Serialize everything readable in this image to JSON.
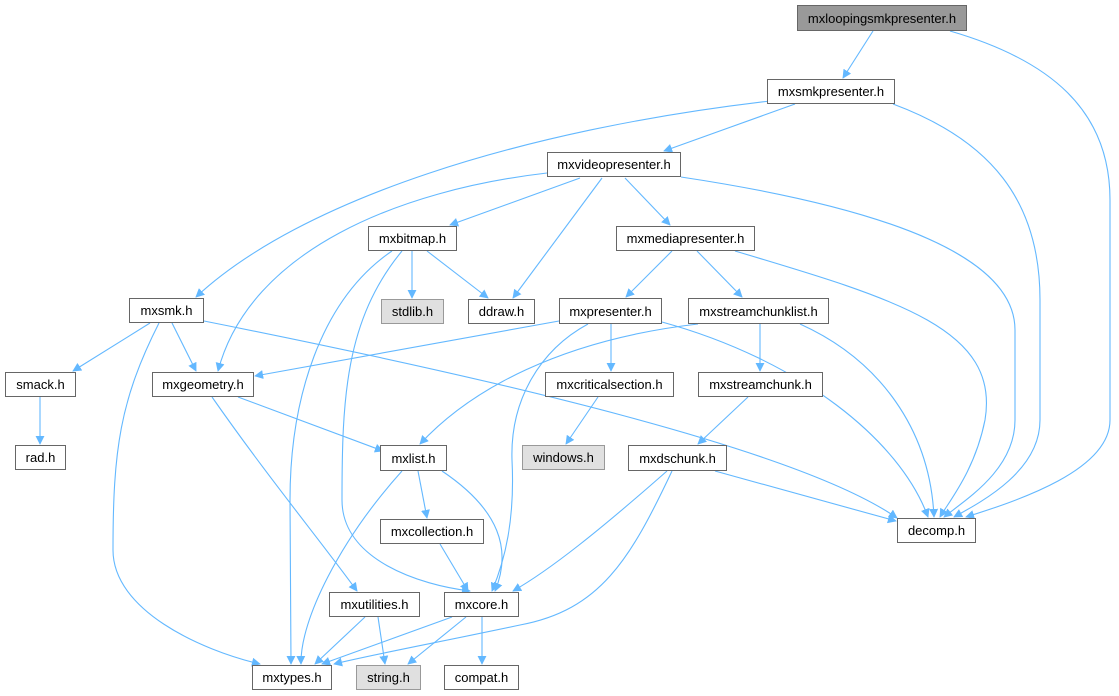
{
  "graph": {
    "edge_color": "#63b8ff",
    "nodes": [
      {
        "id": "mxloopingsmkpresenter",
        "label": "mxloopingsmkpresenter.h",
        "kind": "root"
      },
      {
        "id": "mxsmkpresenter",
        "label": "mxsmkpresenter.h",
        "kind": "normal"
      },
      {
        "id": "mxvideopresenter",
        "label": "mxvideopresenter.h",
        "kind": "normal"
      },
      {
        "id": "mxbitmap",
        "label": "mxbitmap.h",
        "kind": "normal"
      },
      {
        "id": "mxmediapresenter",
        "label": "mxmediapresenter.h",
        "kind": "normal"
      },
      {
        "id": "mxsmk",
        "label": "mxsmk.h",
        "kind": "normal"
      },
      {
        "id": "stdlib",
        "label": "stdlib.h",
        "kind": "ext"
      },
      {
        "id": "ddraw",
        "label": "ddraw.h",
        "kind": "normal"
      },
      {
        "id": "mxpresenter",
        "label": "mxpresenter.h",
        "kind": "normal"
      },
      {
        "id": "mxstreamchunklist",
        "label": "mxstreamchunklist.h",
        "kind": "normal"
      },
      {
        "id": "smack",
        "label": "smack.h",
        "kind": "normal"
      },
      {
        "id": "mxgeometry",
        "label": "mxgeometry.h",
        "kind": "normal"
      },
      {
        "id": "mxcriticalsection",
        "label": "mxcriticalsection.h",
        "kind": "normal"
      },
      {
        "id": "mxstreamchunk",
        "label": "mxstreamchunk.h",
        "kind": "normal"
      },
      {
        "id": "rad",
        "label": "rad.h",
        "kind": "normal"
      },
      {
        "id": "mxlist",
        "label": "mxlist.h",
        "kind": "normal"
      },
      {
        "id": "windows",
        "label": "windows.h",
        "kind": "ext"
      },
      {
        "id": "mxdschunk",
        "label": "mxdschunk.h",
        "kind": "normal"
      },
      {
        "id": "decomp",
        "label": "decomp.h",
        "kind": "normal"
      },
      {
        "id": "mxcollection",
        "label": "mxcollection.h",
        "kind": "normal"
      },
      {
        "id": "mxutilities",
        "label": "mxutilities.h",
        "kind": "normal"
      },
      {
        "id": "mxcore",
        "label": "mxcore.h",
        "kind": "normal"
      },
      {
        "id": "mxtypes",
        "label": "mxtypes.h",
        "kind": "normal"
      },
      {
        "id": "string",
        "label": "string.h",
        "kind": "ext"
      },
      {
        "id": "compat",
        "label": "compat.h",
        "kind": "normal"
      }
    ],
    "edges": [
      [
        "mxloopingsmkpresenter",
        "mxsmkpresenter"
      ],
      [
        "mxloopingsmkpresenter",
        "decomp"
      ],
      [
        "mxsmkpresenter",
        "mxvideopresenter"
      ],
      [
        "mxsmkpresenter",
        "mxsmk"
      ],
      [
        "mxsmkpresenter",
        "decomp"
      ],
      [
        "mxvideopresenter",
        "mxbitmap"
      ],
      [
        "mxvideopresenter",
        "ddraw"
      ],
      [
        "mxvideopresenter",
        "mxmediapresenter"
      ],
      [
        "mxvideopresenter",
        "mxgeometry"
      ],
      [
        "mxvideopresenter",
        "decomp"
      ],
      [
        "mxbitmap",
        "stdlib"
      ],
      [
        "mxbitmap",
        "ddraw"
      ],
      [
        "mxbitmap",
        "mxtypes"
      ],
      [
        "mxbitmap",
        "mxcore"
      ],
      [
        "mxmediapresenter",
        "mxpresenter"
      ],
      [
        "mxmediapresenter",
        "mxstreamchunklist"
      ],
      [
        "mxmediapresenter",
        "decomp"
      ],
      [
        "mxsmk",
        "smack"
      ],
      [
        "mxsmk",
        "mxgeometry"
      ],
      [
        "mxsmk",
        "mxtypes"
      ],
      [
        "mxsmk",
        "decomp"
      ],
      [
        "mxpresenter",
        "mxgeometry"
      ],
      [
        "mxpresenter",
        "mxcriticalsection"
      ],
      [
        "mxpresenter",
        "mxcore"
      ],
      [
        "mxpresenter",
        "decomp"
      ],
      [
        "mxstreamchunklist",
        "mxlist"
      ],
      [
        "mxstreamchunklist",
        "mxstreamchunk"
      ],
      [
        "mxstreamchunklist",
        "decomp"
      ],
      [
        "mxgeometry",
        "mxlist"
      ],
      [
        "mxgeometry",
        "mxutilities"
      ],
      [
        "smack",
        "rad"
      ],
      [
        "mxcriticalsection",
        "windows"
      ],
      [
        "mxstreamchunk",
        "mxdschunk"
      ],
      [
        "mxlist",
        "mxcollection"
      ],
      [
        "mxlist",
        "mxcore"
      ],
      [
        "mxlist",
        "mxtypes"
      ],
      [
        "mxdschunk",
        "decomp"
      ],
      [
        "mxdschunk",
        "mxcore"
      ],
      [
        "mxdschunk",
        "mxtypes"
      ],
      [
        "mxcollection",
        "mxcore"
      ],
      [
        "mxutilities",
        "mxtypes"
      ],
      [
        "mxutilities",
        "string"
      ],
      [
        "mxcore",
        "mxtypes"
      ],
      [
        "mxcore",
        "string"
      ],
      [
        "mxcore",
        "compat"
      ]
    ]
  }
}
